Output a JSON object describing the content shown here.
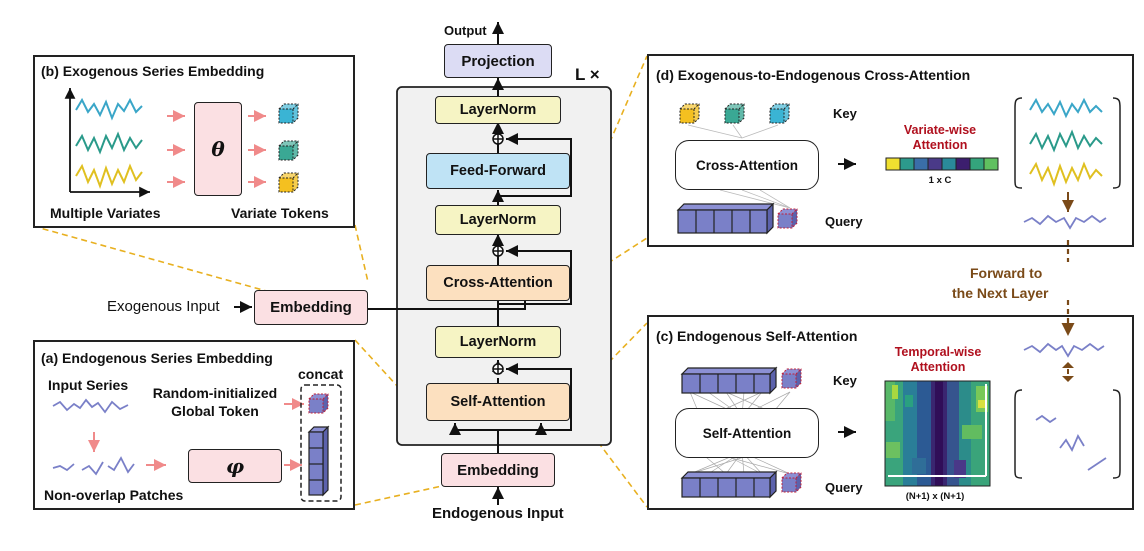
{
  "center": {
    "output_label": "Output",
    "projection": "Projection",
    "repeat_label": "L ×",
    "layernorm_top": "LayerNorm",
    "feed_forward": "Feed-Forward",
    "layernorm_mid": "LayerNorm",
    "cross_attention": "Cross-Attention",
    "layernorm_low": "LayerNorm",
    "self_attention": "Self-Attention",
    "embedding_bottom": "Embedding",
    "endogenous_input": "Endogenous Input",
    "embedding_left": "Embedding",
    "exogenous_input": "Exogenous Input"
  },
  "panel_b": {
    "title": "(b) Exogenous Series Embedding",
    "param": "θ",
    "multiple_variates": "Multiple Variates",
    "variate_tokens": "Variate Tokens"
  },
  "panel_a": {
    "title": "(a)  Endogenous Series Embedding",
    "input_series": "Input Series",
    "global_token_line1": "Random-initialized",
    "global_token_line2": "Global Token",
    "concat": "concat",
    "param": "φ",
    "patches": "Non-overlap Patches"
  },
  "panel_d": {
    "title": "(d) Exogenous-to-Endogenous Cross-Attention",
    "key": "Key",
    "query": "Query",
    "cross_attention": "Cross-Attention",
    "attn_title_line1": "Variate-wise",
    "attn_title_line2": "Attention",
    "attn_dim": "1 x C"
  },
  "forward": {
    "line1": "Forward to",
    "line2": "the Next Layer"
  },
  "panel_c": {
    "title": "(c)  Endogenous Self-Attention",
    "key": "Key",
    "query": "Query",
    "self_attention": "Self-Attention",
    "attn_title_line1": "Temporal-wise",
    "attn_title_line2": "Attention",
    "attn_dim": "(N+1) x (N+1)"
  },
  "colors": {
    "series_blue": "#3aa6c8",
    "series_teal": "#2a9a8a",
    "series_yellow": "#e0c020",
    "endogenous": "#7a80c8",
    "arrow_pink": "#f08a8a",
    "dashed_gold": "#e8b020",
    "forward_brown": "#7a4a18"
  }
}
